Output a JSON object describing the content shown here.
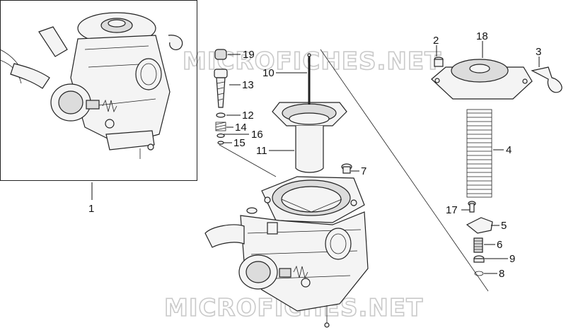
{
  "watermark": {
    "top": "MICROFICHES.NET",
    "bottom": "MICROFICHES.NET"
  },
  "callouts": [
    {
      "id": "1",
      "label": "1"
    },
    {
      "id": "2",
      "label": "2"
    },
    {
      "id": "3",
      "label": "3"
    },
    {
      "id": "4",
      "label": "4"
    },
    {
      "id": "5",
      "label": "5"
    },
    {
      "id": "6",
      "label": "6"
    },
    {
      "id": "7",
      "label": "7"
    },
    {
      "id": "8",
      "label": "8"
    },
    {
      "id": "9",
      "label": "9"
    },
    {
      "id": "10",
      "label": "10"
    },
    {
      "id": "11",
      "label": "11"
    },
    {
      "id": "12",
      "label": "12"
    },
    {
      "id": "13",
      "label": "13"
    },
    {
      "id": "14",
      "label": "14"
    },
    {
      "id": "15",
      "label": "15"
    },
    {
      "id": "16",
      "label": "16"
    },
    {
      "id": "17",
      "label": "17"
    },
    {
      "id": "18",
      "label": "18"
    },
    {
      "id": "19",
      "label": "19"
    }
  ]
}
